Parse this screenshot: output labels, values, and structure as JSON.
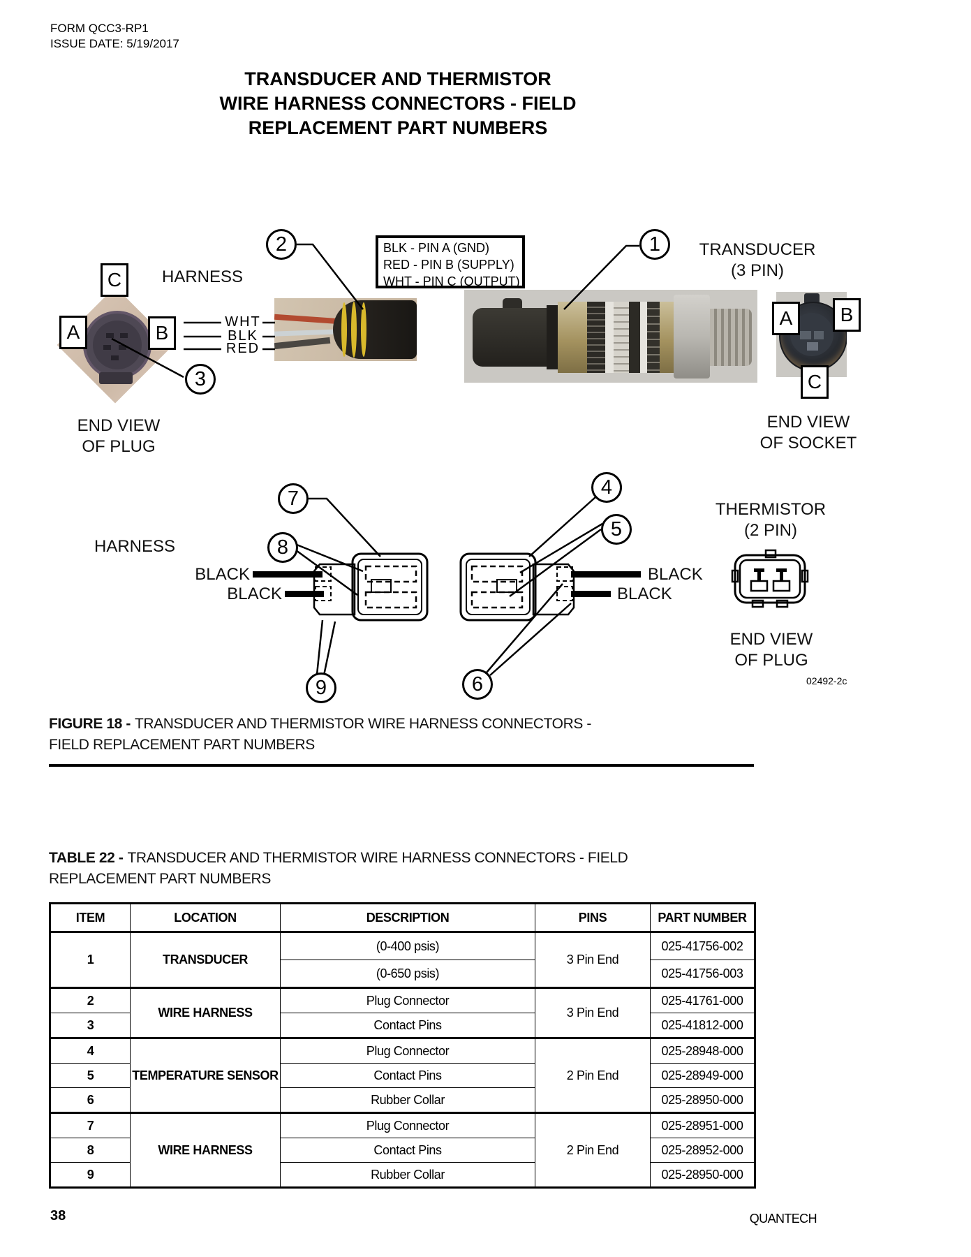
{
  "page": {
    "form_line1": "FORM QCC3-RP1",
    "form_line2": "ISSUE DATE: 5/19/2017",
    "title_line1": "TRANSDUCER AND THERMISTOR",
    "title_line2": "WIRE HARNESS CONNECTORS - FIELD",
    "title_line3": "REPLACEMENT PART NUMBERS",
    "page_number": "38",
    "brand": "QUANTECH"
  },
  "figure": {
    "drawing_number": "02492-2c",
    "caption_bold": "FIGURE 18 -",
    "caption_rest": "TRANSDUCER AND THERMISTOR WIRE HARNESS CONNECTORS - FIELD REPLACEMENT PART NUMBERS",
    "labels": {
      "harness_top": "HARNESS",
      "harness_bottom": "HARNESS",
      "transducer_line1": "TRANSDUCER",
      "transducer_line2": "(3 PIN)",
      "thermistor_line1": "THERMISTOR",
      "thermistor_line2": "(2 PIN)",
      "end_view_plug_line1": "END VIEW",
      "end_view_plug_line2": "OF PLUG",
      "end_view_socket_line1": "END VIEW",
      "end_view_socket_line2": "OF SOCKET",
      "end_view_plug2_line1": "END VIEW",
      "end_view_plug2_line2": "OF PLUG"
    },
    "pin_info_box": {
      "line1": "BLK - PIN A (GND)",
      "line2": "RED - PIN B (SUPPLY)",
      "line3": "WHT - PIN C (OUTPUT)"
    },
    "pin_letters": {
      "a": "A",
      "b": "B",
      "c": "C"
    },
    "wire_labels": {
      "wht": "WHT",
      "blk": "BLK",
      "red": "RED",
      "black": "BLACK"
    },
    "callouts": {
      "c1": "1",
      "c2": "2",
      "c3": "3",
      "c4": "4",
      "c5": "5",
      "c6": "6",
      "c7": "7",
      "c8": "8",
      "c9": "9"
    }
  },
  "table": {
    "caption_bold": "TABLE 22 -",
    "caption_rest": "TRANSDUCER AND THERMISTOR WIRE HARNESS CONNECTORS - FIELD REPLACEMENT PART NUMBERS",
    "columns": [
      "ITEM",
      "LOCATION",
      "DESCRIPTION",
      "PINS",
      "PART NUMBER"
    ],
    "groups": [
      {
        "location": "TRANSDUCER",
        "pins": "3 Pin End",
        "rows": [
          {
            "item": "1",
            "desc": "(0-400 psis)",
            "part": "025-41756-002"
          },
          {
            "item": "",
            "desc": "(0-650 psis)",
            "part": "025-41756-003"
          }
        ]
      },
      {
        "location": "WIRE HARNESS",
        "pins": "3 Pin End",
        "rows": [
          {
            "item": "2",
            "desc": "Plug Connector",
            "part": "025-41761-000"
          },
          {
            "item": "3",
            "desc": "Contact Pins",
            "part": "025-41812-000"
          }
        ]
      },
      {
        "location": "TEMPERATURE SENSOR",
        "pins": "2 Pin End",
        "rows": [
          {
            "item": "4",
            "desc": "Plug Connector",
            "part": "025-28948-000"
          },
          {
            "item": "5",
            "desc": "Contact Pins",
            "part": "025-28949-000"
          },
          {
            "item": "6",
            "desc": "Rubber Collar",
            "part": "025-28950-000"
          }
        ]
      },
      {
        "location": "WIRE HARNESS",
        "pins": "2 Pin End",
        "rows": [
          {
            "item": "7",
            "desc": "Plug Connector",
            "part": "025-28951-000"
          },
          {
            "item": "8",
            "desc": "Contact Pins",
            "part": "025-28952-000"
          },
          {
            "item": "9",
            "desc": "Rubber Collar",
            "part": "025-28950-000"
          }
        ]
      }
    ]
  },
  "colors": {
    "ink": "#000000",
    "photo_tan": "#cdbfae",
    "photo_gray": "#cac8c3",
    "oring_yellow": "#d9b92c",
    "wire_red": "#b24a30",
    "connector_dark": "#23211d"
  }
}
